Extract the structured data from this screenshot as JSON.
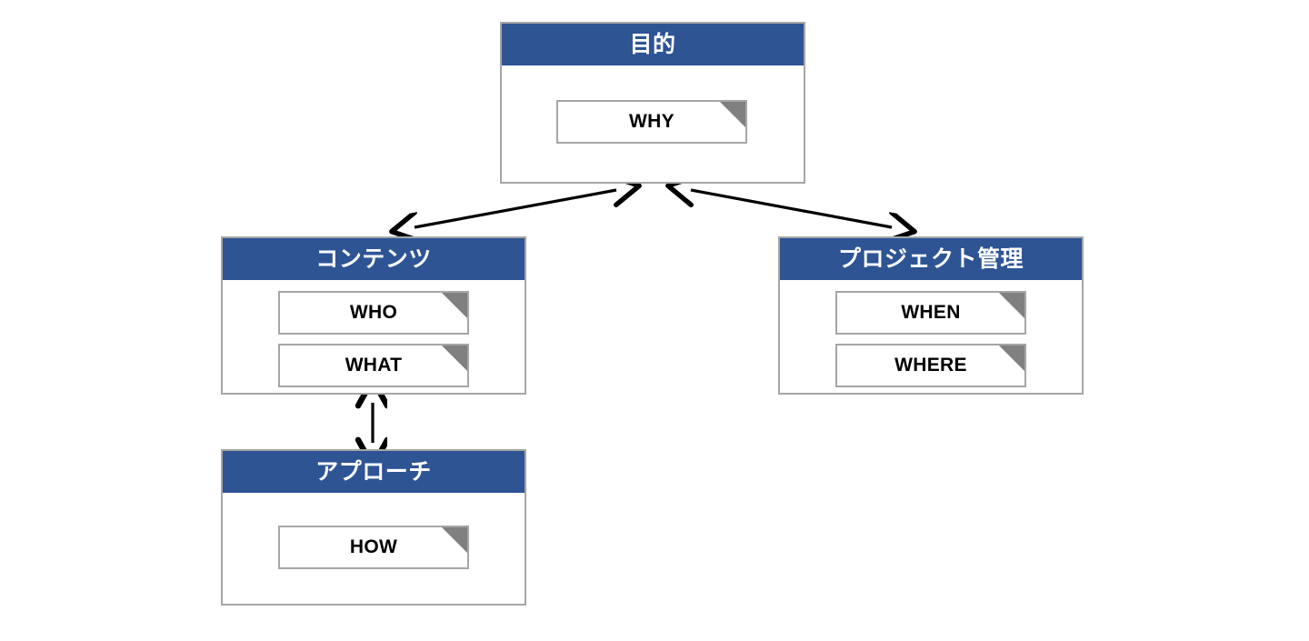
{
  "diagram": {
    "title": "",
    "colors": {
      "header_blue": "#2e5494",
      "border_gray": "#a6a6a6",
      "corner_triangle_gray": "#808080",
      "background": "#ffffff",
      "arrow": "#000000",
      "header_text": "#ffffff",
      "item_text": "#000000"
    },
    "cards": [
      {
        "id": "purpose",
        "header": "目的",
        "items": [
          {
            "label": "WHY",
            "marker": "corner-triangle"
          }
        ]
      },
      {
        "id": "contents",
        "header": "コンテンツ",
        "items": [
          {
            "label": "WHO",
            "marker": "corner-triangle"
          },
          {
            "label": "WHAT",
            "marker": "corner-triangle"
          }
        ]
      },
      {
        "id": "project-management",
        "header": "プロジェクト管理",
        "items": [
          {
            "label": "WHEN",
            "marker": "corner-triangle"
          },
          {
            "label": "WHERE",
            "marker": "corner-triangle"
          }
        ]
      },
      {
        "id": "approach",
        "header": "アプローチ",
        "items": [
          {
            "label": "HOW",
            "marker": "corner-triangle"
          }
        ]
      }
    ],
    "connectors": [
      {
        "id": "purpose-contents",
        "from": "purpose",
        "to": "contents",
        "style": "double-arrow"
      },
      {
        "id": "purpose-project-management",
        "from": "purpose",
        "to": "project-management",
        "style": "double-arrow"
      },
      {
        "id": "contents-approach",
        "from": "contents",
        "to": "approach",
        "style": "double-arrow"
      }
    ]
  }
}
